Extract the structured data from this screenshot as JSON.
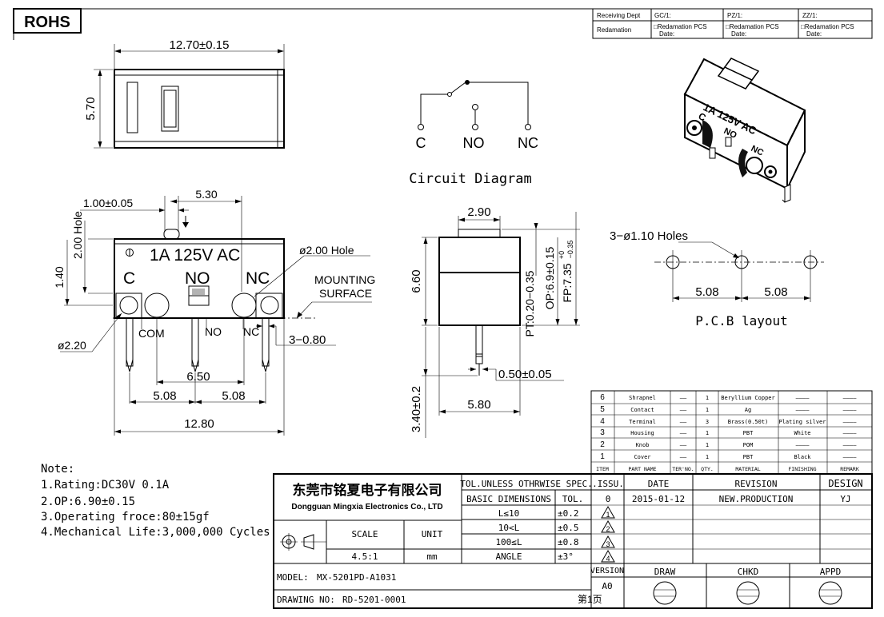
{
  "rohs": "ROHS",
  "receiving": {
    "row1": [
      "Receiving Dept",
      "GC/1:",
      "PZ/1:",
      "ZZ/1:"
    ],
    "redamation": "Redamation",
    "pcs_label": "□Redamation  PCS",
    "date_label": "Date:"
  },
  "top_view": {
    "width": "12.70±0.15",
    "height": "5.70"
  },
  "circuit": {
    "label_c": "C",
    "label_no": "NO",
    "label_nc": "NC",
    "title": "Circuit  Diagram"
  },
  "front_view": {
    "dim_top_left": "1.00±0.05",
    "dim_top_right": "5.30",
    "hole_left": "2.00 Hole",
    "dim_140": "1.40",
    "body_text": "1A 125V AC",
    "c": "C",
    "no": "NO",
    "nc": "NC",
    "hole_right": "ø2.00  Hole",
    "mounting1": "MOUNTING",
    "mounting2": "SURFACE",
    "com": "COM",
    "no_small": "NO",
    "nc_small": "NC",
    "dia_220": "ø2.20",
    "dim_3_080": "3−0.80",
    "dim_650": "6.50",
    "dim_508a": "5.08",
    "dim_508b": "5.08",
    "dim_1280": "12.80"
  },
  "side_view": {
    "dim_290": "2.90",
    "dim_660": "6.60",
    "pt": "PT:0.20−0.35",
    "op": "OP:6.9±0.15",
    "fp": "FP:7.35",
    "fp_tol_up": "+0",
    "fp_tol_dn": "−0.35",
    "dim_050": "0.50±0.05",
    "dim_340": "3.40±0.2",
    "dim_580": "5.80"
  },
  "pcb": {
    "holes": "3−ø1.10  Holes",
    "d1": "5.08",
    "d2": "5.08",
    "title": "P.C.B  layout"
  },
  "iso": {
    "text1": "1A 125V AC",
    "c": "C",
    "no": "NO",
    "nc": "NC"
  },
  "notes": {
    "title": "Note:",
    "items": [
      "1.Rating:DC30V  0.1A",
      "2.OP:6.90±0.15",
      "3.Operating  froce:80±15gf",
      "4.Mechanical  Life:3,000,000  Cycles"
    ]
  },
  "bom": {
    "headers": [
      "ITEM",
      "PART NAME",
      "TER'NO.",
      "QTY.",
      "MATERIAL",
      "FINISHING",
      "REMARK"
    ],
    "rows": [
      [
        "6",
        "Shrapnel",
        "——",
        "1",
        "Beryllium Copper",
        "————",
        "————"
      ],
      [
        "5",
        "Contact",
        "——",
        "1",
        "Ag",
        "————",
        "————"
      ],
      [
        "4",
        "Terminal",
        "——",
        "3",
        "Brass(0.50t)",
        "Plating silver",
        "————"
      ],
      [
        "3",
        "Housing",
        "——",
        "1",
        "PBT",
        "White",
        "————"
      ],
      [
        "2",
        "Knob",
        "——",
        "1",
        "POM",
        "————",
        "————"
      ],
      [
        "1",
        "Cover",
        "——",
        "1",
        "PBT",
        "Black",
        "————"
      ]
    ]
  },
  "title_block": {
    "company_cn": "东莞市铭夏电子有限公司",
    "company_en": "Dongguan Mingxia Electronics Co., LTD",
    "tol_title": "TOL.UNLESS OTHRWISE SPEC.",
    "basic": "BASIC DIMENSIONS",
    "tol": "TOL.",
    "tol_rows": [
      [
        "L≤10",
        "±0.2"
      ],
      [
        "10<L",
        "±0.5"
      ],
      [
        "100≤L",
        "±0.8"
      ],
      [
        "ANGLE",
        "±3°"
      ]
    ],
    "scale_label": "SCALE",
    "unit_label": "UNIT",
    "scale": "4.5:1",
    "unit": "mm",
    "issu": ".ISSU.",
    "date": "DATE",
    "revision": "REVISION",
    "design": "DESIGN",
    "issu0": "0",
    "date0": "2015-01-12",
    "rev0": "NEW.PRODUCTION",
    "design0": "YJ",
    "issues": [
      "1",
      "2",
      "3",
      "4"
    ],
    "version": "VERSION",
    "version_val": "A0",
    "draw": "DRAW",
    "chkd": "CHKD",
    "appd": "APPD",
    "model_label": "MODEL:",
    "model": "MX-5201PD-A1031",
    "drawing_label": "DRAWING NO:",
    "drawing": "RD-5201-0001",
    "page": "第1页"
  }
}
